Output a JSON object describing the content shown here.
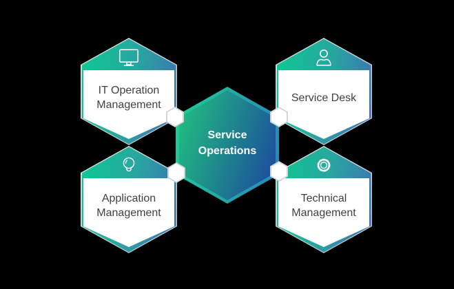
{
  "center_hexagon": {
    "line1": "Service",
    "line2": "Operations"
  },
  "cards": [
    {
      "id": "it-operation-management",
      "line1": "IT Operation",
      "line2": "Management",
      "icon": "monitor-icon"
    },
    {
      "id": "service-desk",
      "line1": "Service Desk",
      "line2": "",
      "icon": "person-icon"
    },
    {
      "id": "application-management",
      "line1": "Application",
      "line2": "Management",
      "icon": "lightbulb-icon"
    },
    {
      "id": "technical-management",
      "line1": "Technical",
      "line2": "Management",
      "icon": "gear-icon"
    }
  ],
  "colors": {
    "background": "#000000",
    "gradient_green": "#10c693",
    "gradient_blue": "#1c4f9c",
    "card_border_silver": "#c3c9ce",
    "card_body": "#ffffff",
    "label_text": "#3d4145",
    "center_text": "#ffffff"
  }
}
